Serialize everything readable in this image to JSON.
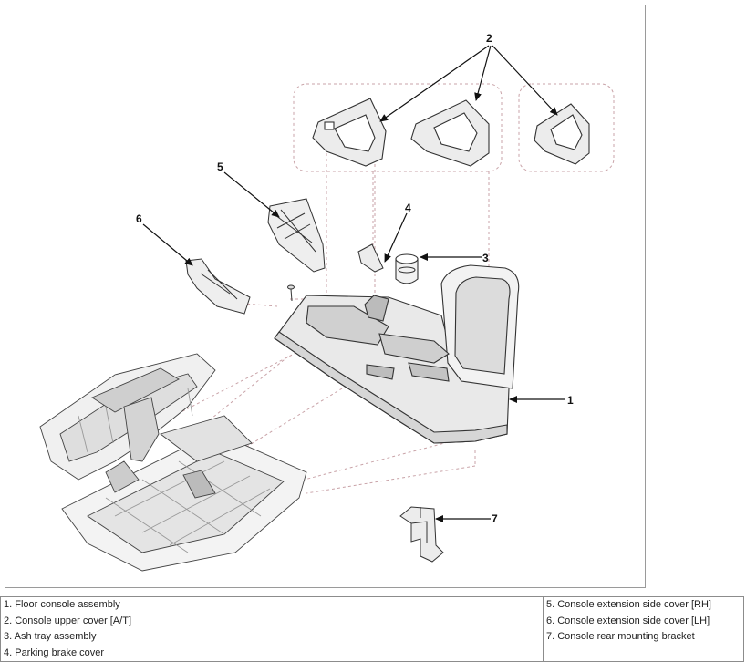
{
  "callouts": [
    "1",
    "2",
    "3",
    "4",
    "5",
    "6",
    "7"
  ],
  "legend": {
    "left": [
      "1. Floor console assembly",
      "2. Console upper cover [A/T]",
      "3. Ash tray assembly",
      "4. Parking brake cover"
    ],
    "right": [
      "5. Console extension side cover [RH]",
      "6. Console extension side cover [LH]",
      "7. Console rear mounting bracket"
    ]
  }
}
